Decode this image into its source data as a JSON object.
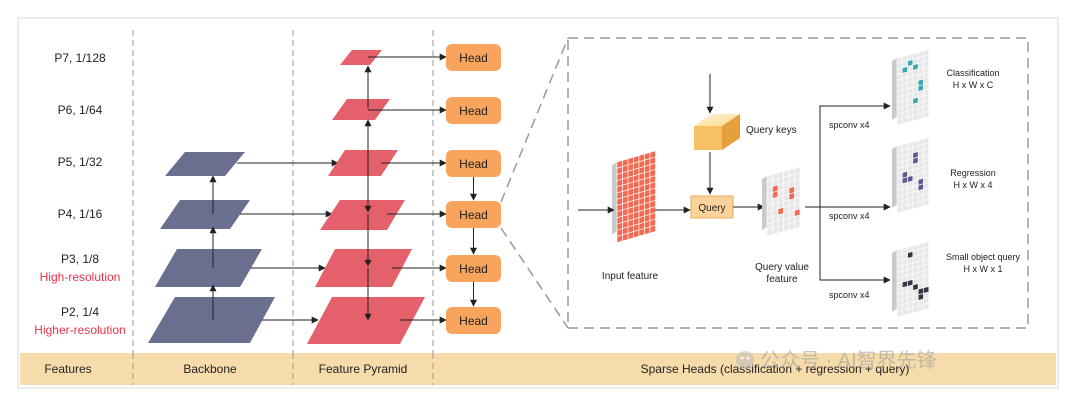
{
  "levels": [
    {
      "name": "P7, 1/128",
      "note": ""
    },
    {
      "name": "P6, 1/64",
      "note": ""
    },
    {
      "name": "P5, 1/32",
      "note": ""
    },
    {
      "name": "P4, 1/16",
      "note": ""
    },
    {
      "name": "P3, 1/8",
      "note": "High-resolution"
    },
    {
      "name": "P2, 1/4",
      "note": "Higher-resolution"
    }
  ],
  "head_label": "Head",
  "footer": {
    "features": "Features",
    "backbone": "Backbone",
    "pyramid": "Feature Pyramid",
    "heads": "Sparse Heads (classification + regression + query)"
  },
  "detail": {
    "input_feature": "Input feature",
    "query_keys": "Query keys",
    "query": "Query",
    "query_value_line1": "Query value",
    "query_value_line2": "feature",
    "spconv": "spconv x4",
    "outputs": [
      {
        "title": "Classification",
        "shape": "H x W x C"
      },
      {
        "title": "Regression",
        "shape": "H x W x 4"
      },
      {
        "title": "Small object query",
        "shape": "H x W x 1"
      }
    ]
  },
  "watermark": "公众号 · AI智界先锋",
  "colors": {
    "backbone": "#6b6f8f",
    "pyramid": "#e4606a",
    "head": "#f8a45c",
    "footer": "#f6dcab",
    "red_note": "#e8334a"
  }
}
